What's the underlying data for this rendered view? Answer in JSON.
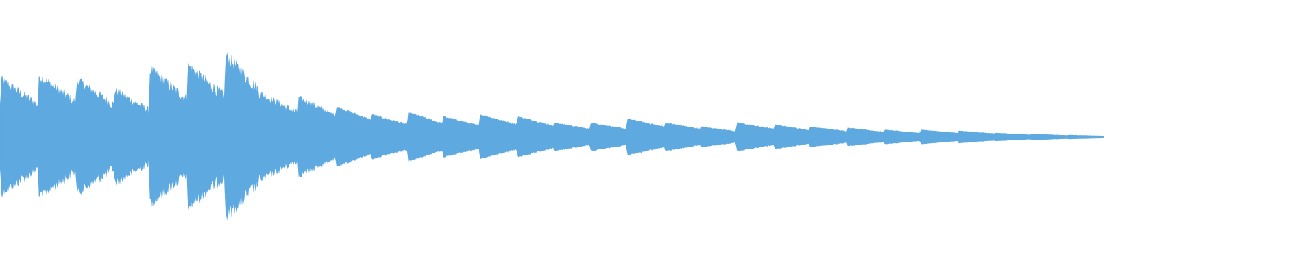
{
  "waveform": {
    "color": "#5ea9e0",
    "background": "#ffffff",
    "onsets": [
      0.0,
      0.029,
      0.058,
      0.087,
      0.114,
      0.143,
      0.172,
      0.199,
      0.228,
      0.257,
      0.284,
      0.312,
      0.339,
      0.367,
      0.396,
      0.424,
      0.452,
      0.48,
      0.509,
      0.537,
      0.564,
      0.593,
      0.62,
      0.649,
      0.677,
      0.705,
      0.734,
      0.762,
      0.79,
      0.818,
      0.846
    ],
    "peaks": [
      0.56,
      0.6,
      0.56,
      0.46,
      0.66,
      0.7,
      0.8,
      0.42,
      0.38,
      0.3,
      0.22,
      0.24,
      0.2,
      0.22,
      0.2,
      0.14,
      0.14,
      0.18,
      0.14,
      0.1,
      0.14,
      0.12,
      0.1,
      0.09,
      0.07,
      0.07,
      0.06,
      0.04,
      0.03,
      0.02,
      0.015
    ],
    "tail_end": 0.846
  }
}
